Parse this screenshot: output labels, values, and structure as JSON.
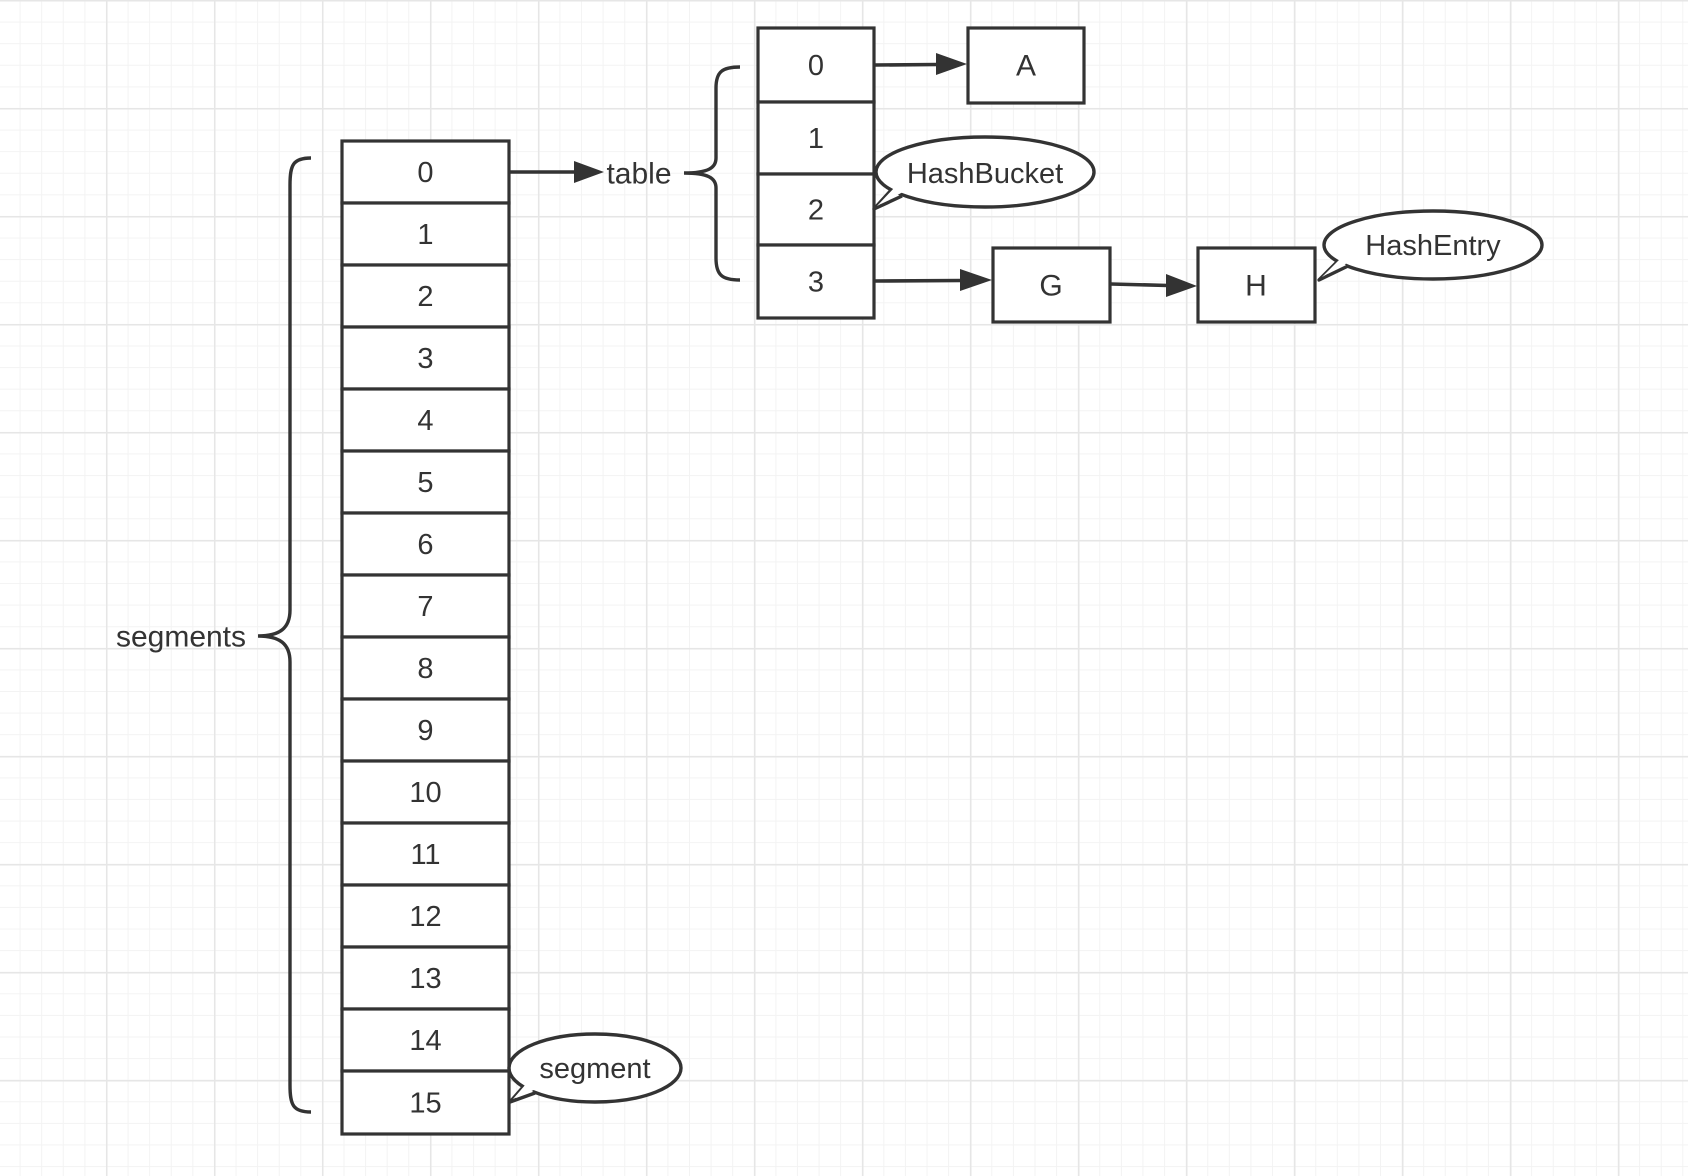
{
  "segments": {
    "label": "segments",
    "cells": [
      "0",
      "1",
      "2",
      "3",
      "4",
      "5",
      "6",
      "7",
      "8",
      "9",
      "10",
      "11",
      "12",
      "13",
      "14",
      "15"
    ]
  },
  "table": {
    "label": "table",
    "cells": [
      "0",
      "1",
      "2",
      "3"
    ]
  },
  "nodes": {
    "a": "A",
    "g": "G",
    "h": "H"
  },
  "callouts": {
    "hash_bucket": "HashBucket",
    "hash_entry": "HashEntry",
    "segment": "segment"
  }
}
